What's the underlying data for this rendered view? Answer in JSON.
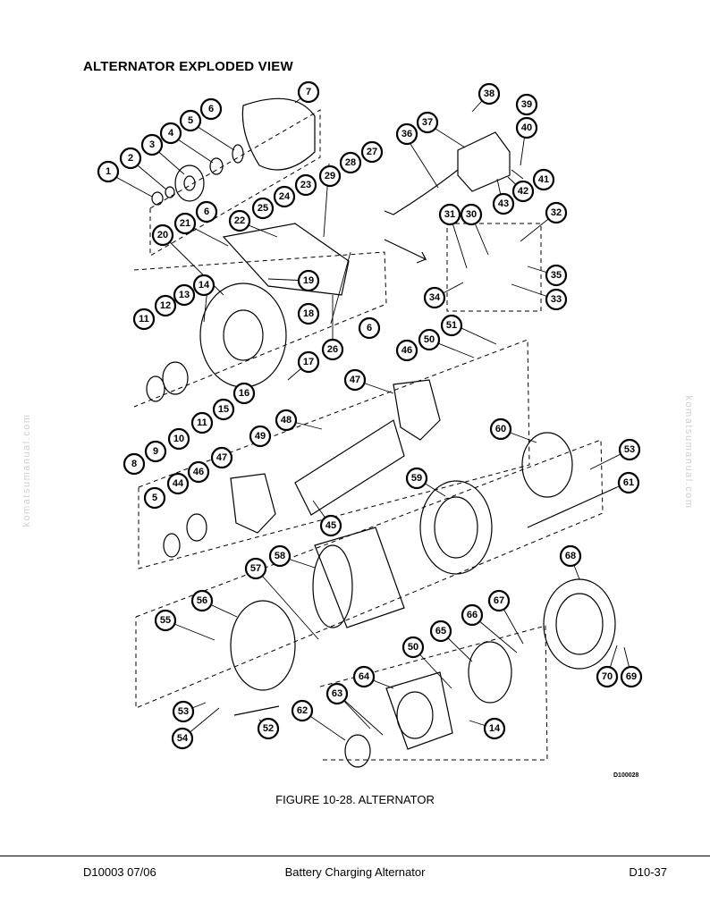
{
  "heading": "ALTERNATOR EXPLODED VIEW",
  "watermark": "komatsumanual.com",
  "drawing_id": "D100028",
  "caption": "FIGURE 10-28. ALTERNATOR",
  "footer": {
    "left": "D10003  07/06",
    "center": "Battery Charging Alternator",
    "right": "D10-37"
  },
  "callouts": [
    "1",
    "2",
    "3",
    "4",
    "5",
    "6",
    "7",
    "8",
    "9",
    "10",
    "11",
    "12",
    "13",
    "14",
    "15",
    "16",
    "17",
    "18",
    "19",
    "20",
    "21",
    "22",
    "23",
    "24",
    "25",
    "26",
    "27",
    "28",
    "29",
    "30",
    "31",
    "32",
    "33",
    "34",
    "35",
    "36",
    "37",
    "38",
    "39",
    "40",
    "41",
    "42",
    "43",
    "44",
    "45",
    "46",
    "47",
    "48",
    "49",
    "50",
    "51",
    "52",
    "53",
    "54",
    "55",
    "56",
    "57",
    "58",
    "59",
    "60",
    "61",
    "62",
    "63",
    "64",
    "65",
    "66",
    "67",
    "68",
    "69",
    "70"
  ]
}
